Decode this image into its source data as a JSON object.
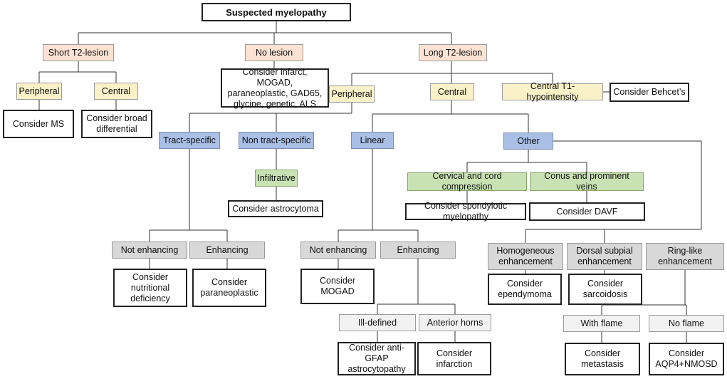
{
  "diagram": {
    "root": "Suspected myelopathy",
    "short_lesion": "Short T2-lesion",
    "no_lesion": "No lesion",
    "long_lesion": "Long T2-lesion",
    "short_peripheral": "Peripheral",
    "short_central": "Central",
    "consider_ms": "Consider MS",
    "consider_broad": "Consider broad\ndifferential",
    "no_lesion_consider": "Consider infarct, MOGAD,\nparaneoplastic, GAD65,\nglycine, genetic, ALS",
    "long_peripheral": "Peripheral",
    "long_central": "Central",
    "central_t1": "Central T1-hypointensity",
    "consider_behcet": "Consider Behcet’s",
    "tract_specific": "Tract-specific",
    "non_tract_specific": "Non tract-specific",
    "infiltrative": "Infiltrative",
    "consider_astrocytoma": "Consider astrocytoma",
    "tract_not_enhancing": "Not enhancing",
    "tract_enhancing": "Enhancing",
    "consider_nutritional": "Consider\nnutritional\ndeficiency",
    "consider_paraneoplastic": "Consider\nparaneoplastic",
    "linear": "Linear",
    "linear_not_enhancing": "Not enhancing",
    "linear_enhancing": "Enhancing",
    "consider_mogad": "Consider\nMOGAD",
    "ill_defined": "Ill-defined",
    "anterior_horns": "Anterior horns",
    "consider_anti_gfap": "Consider anti-GFAP\nastrocytopathy",
    "consider_infarction": "Consider\ninfarction",
    "other": "Other",
    "cervical_compression": "Cervical and cord compression",
    "conus_veins": "Conus and prominent veins",
    "consider_spondylotic": "Consider spondylotic myelopathy",
    "consider_davf": "Consider DAVF",
    "homogeneous": "Homogeneous\nenhancement",
    "dorsal_subpial": "Dorsal subpial\nenhancement",
    "ring_like": "Ring-like\nenhancement",
    "consider_ependymoma": "Consider\nependymoma",
    "consider_sarcoidosis": "Consider\nsarcoidosis",
    "with_flame": "With flame",
    "no_flame": "No flame",
    "consider_metastasis": "Consider\nmetastasis",
    "consider_aqp4": "Consider\nAQP4+NMOSD"
  },
  "colors": {
    "lesion_fill": "#fbe2d3",
    "location_fill": "#fbf1c9",
    "pattern_fill": "#a9bfe6",
    "feature_fill": "#c9e2b3",
    "enhancement_fill": "#d8d8d8",
    "sub_feature_fill": "#f2f2f2",
    "outline": "#222222"
  }
}
